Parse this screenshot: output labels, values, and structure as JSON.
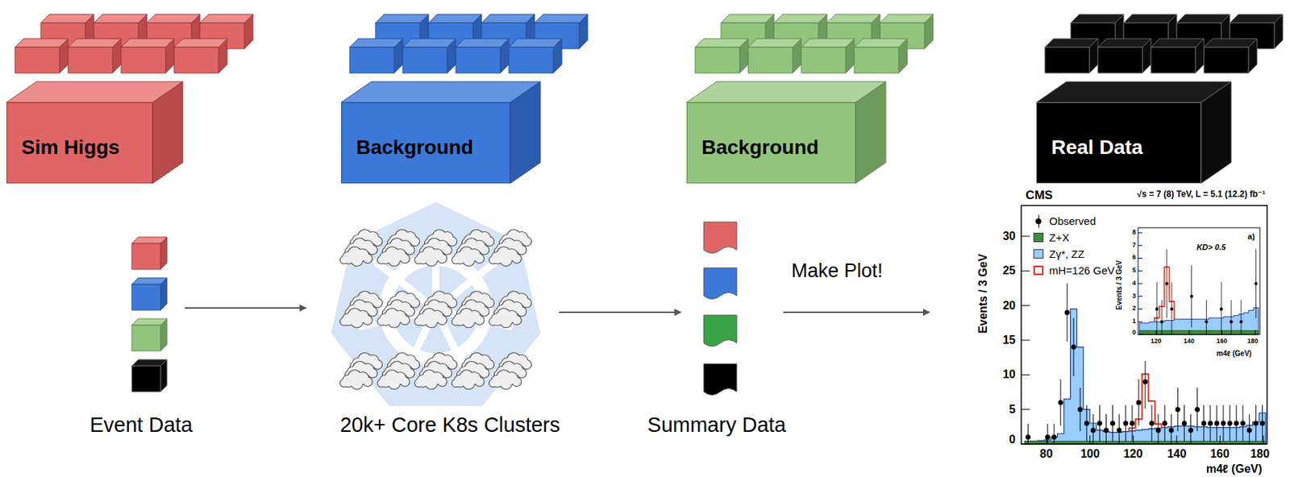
{
  "diagram": {
    "nodes": [
      {
        "text": [
          "Sim Higgs"
        ]
      },
      {
        "text": [
          "Background"
        ]
      },
      {
        "text": [
          "Background"
        ]
      },
      {
        "text": [
          "Real Data"
        ]
      }
    ],
    "labels": [
      "Event Data",
      "20k+ Core K8s Clusters",
      "Summary Data",
      "Make Plot!",
      "CMS",
      "√s = 7 (8) TeV, L = 5.1 (12.2) fb⁻¹",
      "Events / 3 GeV",
      "30",
      "25",
      "20",
      "15",
      "10",
      "5",
      "0",
      "80",
      "100",
      "120",
      "140",
      "160",
      "180",
      "m4ℓ (GeV)",
      "a)",
      "KD> 0.5",
      "Events / 3 GeV",
      "8",
      "7",
      "6",
      "5",
      "4",
      "3",
      "2",
      "1",
      "0",
      "120",
      "140",
      "160",
      "180",
      "m4ℓ (GeV)"
    ],
    "legend": [
      {
        "text": "Observed"
      },
      {
        "text": "Z+X",
        "color": "#3d8c40"
      },
      {
        "text": "Zγ*, ZZ",
        "color": "#99ccff"
      },
      {
        "text": "mH=126 GeV"
      }
    ]
  }
}
